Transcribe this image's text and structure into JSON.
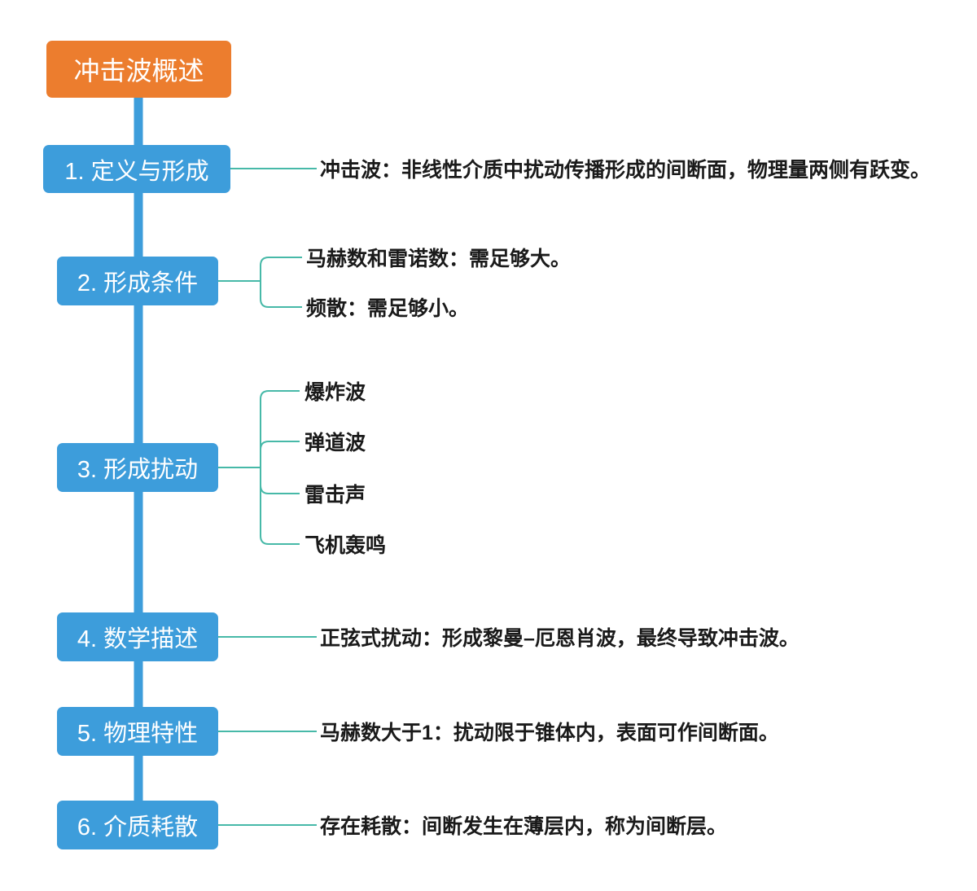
{
  "palette": {
    "root_fill": "#EC7D2E",
    "topic_fill": "#3D9DDB",
    "trunk_color": "#3D9DDB",
    "branch_color": "#47B9A8",
    "leaf_text_color": "#1A1A1A",
    "box_text_color": "#FFFFFF",
    "background": "#FFFFFF"
  },
  "root": {
    "label": "冲击波概述"
  },
  "nodes": [
    {
      "label": "1. 定义与形成",
      "children": [
        "冲击波：非线性介质中扰动传播形成的间断面，物理量两侧有跃变。"
      ]
    },
    {
      "label": "2. 形成条件",
      "children": [
        "马赫数和雷诺数：需足够大。",
        "频散：需足够小。"
      ]
    },
    {
      "label": "3. 形成扰动",
      "children": [
        "爆炸波",
        "弹道波",
        "雷击声",
        "飞机轰鸣"
      ]
    },
    {
      "label": "4. 数学描述",
      "children": [
        "正弦式扰动：形成黎曼–厄恩肖波，最终导致冲击波。"
      ]
    },
    {
      "label": "5. 物理特性",
      "children": [
        "马赫数大于1：扰动限于锥体内，表面可作间断面。"
      ]
    },
    {
      "label": "6. 介质耗散",
      "children": [
        "存在耗散：间断发生在薄层内，称为间断层。"
      ]
    }
  ]
}
